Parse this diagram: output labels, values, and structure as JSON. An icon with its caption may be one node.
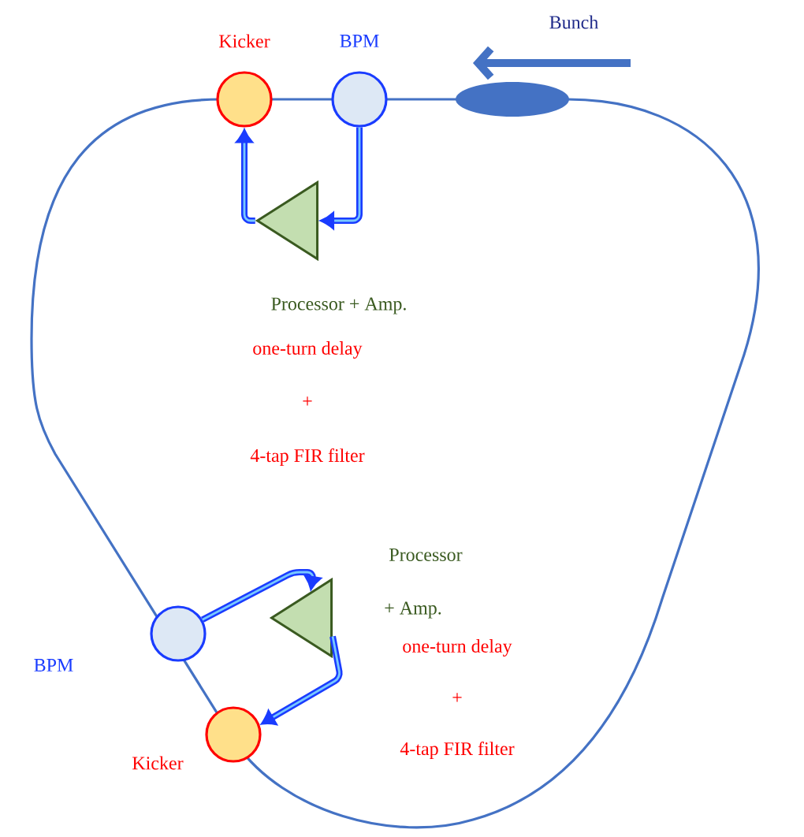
{
  "diagram": {
    "nodes": [
      {
        "text": [
          "Kicker"
        ]
      },
      {
        "text": [
          "BPM"
        ]
      },
      {
        "text": [],
        "shape": "triangle",
        "beside": [
          "Processor + Amp.",
          "one-turn delay",
          "+",
          "4-tap FIR filter"
        ]
      },
      {
        "text": [
          "BPM"
        ]
      },
      {
        "text": [],
        "shape": "triangle",
        "beside": [
          "Processor",
          "+ Amp.",
          "one-turn delay",
          "+",
          "4-tap FIR filter"
        ]
      },
      {
        "text": [
          "Kicker"
        ]
      }
    ],
    "edges": [
      {
        "from": 1,
        "to": 2,
        "arrow": "to"
      },
      {
        "from": 2,
        "to": 0,
        "arrow": "to"
      },
      {
        "from": 3,
        "to": 4,
        "arrow": "to"
      },
      {
        "from": 4,
        "to": 5,
        "arrow": "to"
      }
    ],
    "labels": [
      "Bunch"
    ]
  }
}
